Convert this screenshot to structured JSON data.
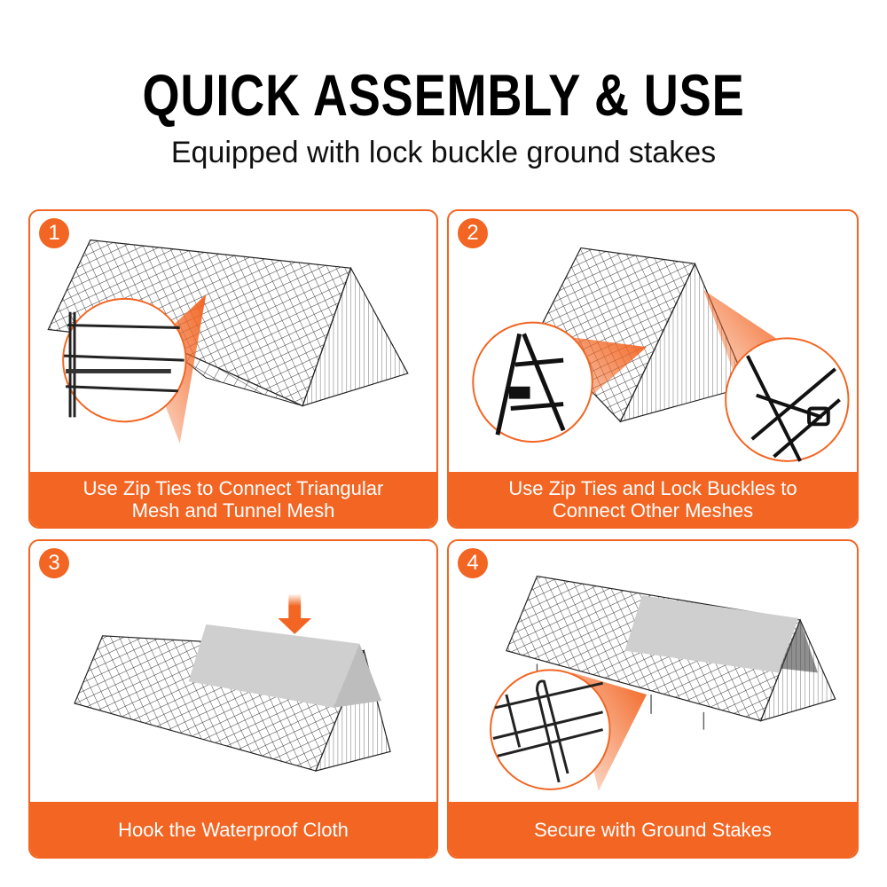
{
  "header": {
    "title": "QUICK ASSEMBLY & USE",
    "subtitle": "Equipped with lock buckle ground stakes"
  },
  "colors": {
    "accent": "#F26522",
    "cloth": "#CFCFCF",
    "mesh": "#222222"
  },
  "steps": [
    {
      "number": "1",
      "caption_line1": "Use Zip Ties to Connect Triangular",
      "caption_line2": "Mesh and Tunnel Mesh",
      "illustration": "triangular-mesh-with-zip-tie-closeup"
    },
    {
      "number": "2",
      "caption_line1": "Use Zip Ties and Lock Buckles to",
      "caption_line2": "Connect Other Meshes",
      "illustration": "a-frame-mesh-with-buckle-closeups"
    },
    {
      "number": "3",
      "caption_line1": "Hook the Waterproof Cloth",
      "caption_line2": "",
      "illustration": "tunnel-with-cloth-and-down-arrow"
    },
    {
      "number": "4",
      "caption_line1": "Secure with Ground Stakes",
      "caption_line2": "",
      "illustration": "tunnel-with-ground-stake-closeup"
    }
  ]
}
